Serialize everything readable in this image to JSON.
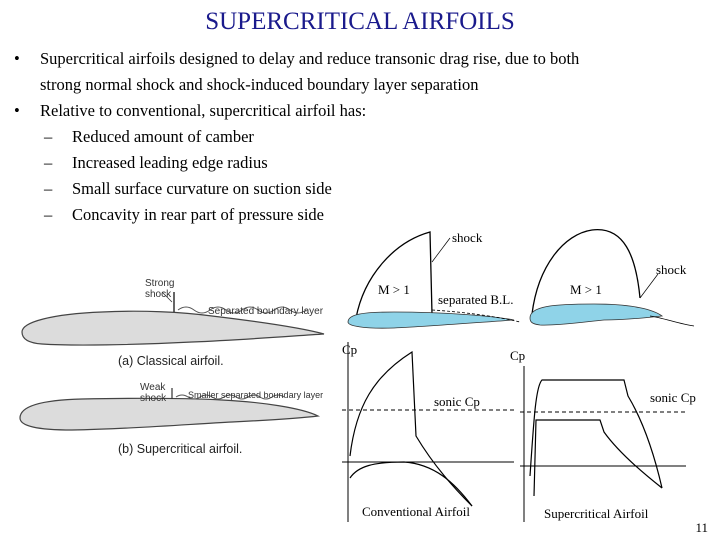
{
  "title": "SUPERCRITICAL AIRFOILS",
  "bullets": {
    "b1_line1": "Supercritical airfoils designed to delay and reduce transonic drag rise, due to both",
    "b1_line2": "strong normal shock and shock-induced boundary layer separation",
    "b2": "Relative to conventional, supercritical airfoil has:",
    "subs": [
      "Reduced amount of camber",
      "Increased leading edge radius",
      "Small surface curvature on suction side",
      "Concavity in rear part of pressure side"
    ]
  },
  "left_figure": {
    "strong_shock": "Strong\nshock",
    "separated_bl": "Separated boundary layer",
    "caption_a": "(a) Classical airfoil.",
    "weak_shock": "Weak\nshock",
    "smaller_bl": "Smaller separated boundary layer",
    "caption_b": "(b) Supercritical airfoil."
  },
  "right_figure": {
    "shock1": "shock",
    "m1": "M > 1",
    "separated": "separated B.L.",
    "m2": "M > 1",
    "shock2": "shock",
    "cp1": "Cp",
    "cp2": "Cp",
    "sonic1": "sonic Cp",
    "sonic2": "sonic Cp",
    "conv": "Conventional Airfoil",
    "super": "Supercritical Airfoil"
  },
  "page_number": "11"
}
